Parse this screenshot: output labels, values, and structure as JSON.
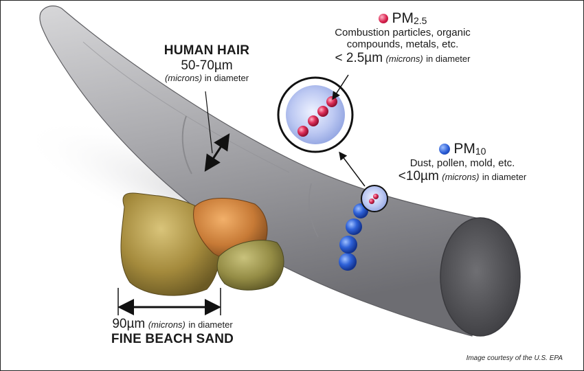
{
  "hair": {
    "title": "HUMAN HAIR",
    "size": "50-70µm",
    "unit_note": "(microns)",
    "suffix": "in diameter"
  },
  "pm25": {
    "name": "PM",
    "sub": "2.5",
    "line1": "Combustion particles, organic",
    "line2": "compounds, metals, etc.",
    "size": "< 2.5µm",
    "unit_note": "(microns)",
    "suffix": "in diameter",
    "color": "#d8204c"
  },
  "pm10": {
    "name": "PM",
    "sub": "10",
    "line1": "Dust, pollen, mold, etc.",
    "size": "<10µm",
    "unit_note": "(microns)",
    "suffix": "in diameter",
    "color": "#2a5cd6"
  },
  "sand": {
    "size": "90µm",
    "unit_note": "(microns)",
    "suffix": "in diameter",
    "title": "FINE BEACH SAND"
  },
  "credit": "Image courtesy of the U.S. EPA"
}
